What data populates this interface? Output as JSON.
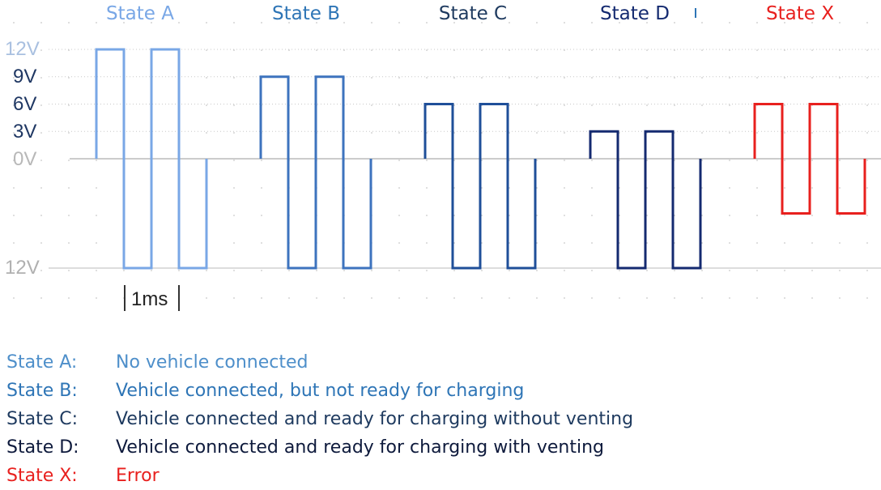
{
  "states": [
    {
      "title": "State A",
      "color": "#79a7e6",
      "high": 12,
      "low": -12,
      "legend_key": "State A:",
      "legend_desc": "No vehicle connected",
      "key_color": "#4e8fca",
      "desc_color": "#4e8fca"
    },
    {
      "title": "State B",
      "color": "#3d73be",
      "high": 9,
      "low": -12,
      "legend_key": "State B:",
      "legend_desc": "Vehicle connected, but not ready for charging",
      "key_color": "#2e75b6",
      "desc_color": "#2e75b6"
    },
    {
      "title": "State C",
      "color": "#1f4f99",
      "high": 6,
      "low": -12,
      "legend_key": "State C:",
      "legend_desc": "Vehicle connected and ready for charging without venting",
      "key_color": "#1e3a5f",
      "desc_color": "#1e3a5f"
    },
    {
      "title": "State D",
      "color": "#142a70",
      "high": 3,
      "low": -12,
      "legend_key": "State D:",
      "legend_desc": "Vehicle connected and ready for charging with venting",
      "key_color": "#0e1a3c",
      "desc_color": "#0e1a3c"
    },
    {
      "title": "State X",
      "color": "#e8201e",
      "high": 6,
      "low": -6,
      "legend_key": "State X:",
      "legend_desc": "Error",
      "key_color": "#e8201e",
      "desc_color": "#e8201e"
    }
  ],
  "title_colors": [
    "#79a7e6",
    "#2e75b6",
    "#1e3a5f",
    "#142a70",
    "#e8201e"
  ],
  "voltage_labels": [
    {
      "text": "12V",
      "value": 12,
      "color": "#a9c0e0"
    },
    {
      "text": "9V",
      "value": 9,
      "color": "#1f3763"
    },
    {
      "text": "6V",
      "value": 6,
      "color": "#1f3763"
    },
    {
      "text": "3V",
      "value": 3,
      "color": "#1f3763"
    },
    {
      "text": "0V",
      "value": 0,
      "color": "#b8b8b8"
    },
    {
      "text": "12V",
      "value": -12,
      "color": "#b0b0b0"
    }
  ],
  "time_scale": "1ms"
}
